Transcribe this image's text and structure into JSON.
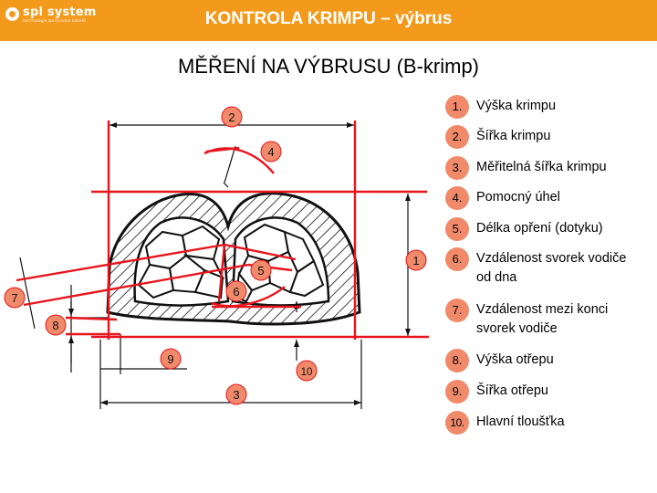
{
  "header": {
    "logo_name": "spl system",
    "logo_tagline": "technologie zpracování kabelů",
    "title": "KONTROLA KRIMPU – výbrus",
    "background_color": "#f39a1c"
  },
  "page_title": "MĚŘENÍ NA VÝBRUSU (B-krimp)",
  "diagram": {
    "callouts": [
      "1",
      "2",
      "3",
      "4",
      "5",
      "6",
      "7",
      "8",
      "9",
      "10"
    ],
    "line_color": "#e8141c",
    "badge_color": "#f08a6a"
  },
  "legend": [
    {
      "number": "1.",
      "label": "Výška krimpu"
    },
    {
      "number": "2.",
      "label": "Šířka krimpu"
    },
    {
      "number": "3.",
      "label": "Měřitelná šířka krimpu"
    },
    {
      "number": "4.",
      "label": "Pomocný úhel"
    },
    {
      "number": "5.",
      "label": "Délka opření (dotyku)"
    },
    {
      "number": "6.",
      "label": "Vzdálenost svorek vodiče od dna"
    },
    {
      "number": "7.",
      "label": "Vzdálenost mezi konci svorek vodiče"
    },
    {
      "number": "8.",
      "label": "Výška otřepu"
    },
    {
      "number": "9.",
      "label": "Šířka otřepu"
    },
    {
      "number": "10.",
      "label": "Hlavní tloušťka"
    }
  ]
}
